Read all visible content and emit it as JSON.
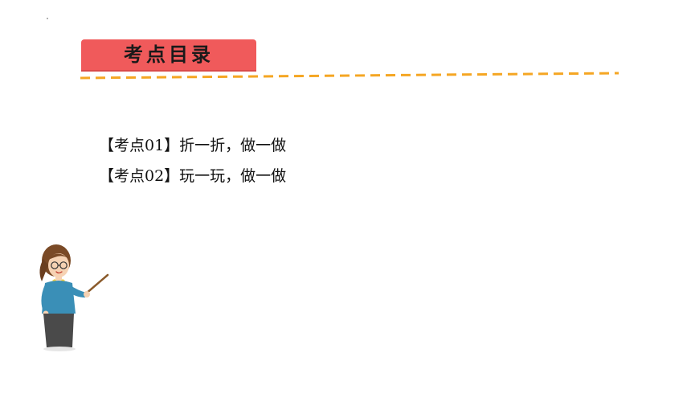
{
  "title": "考点目录",
  "toc_items": [
    {
      "label": "【考点01】折一折，做一做"
    },
    {
      "label": "【考点02】玩一玩，做一做"
    }
  ],
  "colors": {
    "banner": "#f05a5b",
    "dashes": "#f5a623",
    "text": "#111111"
  },
  "icons": {
    "teacher": "teacher-with-pointer-illustration"
  }
}
